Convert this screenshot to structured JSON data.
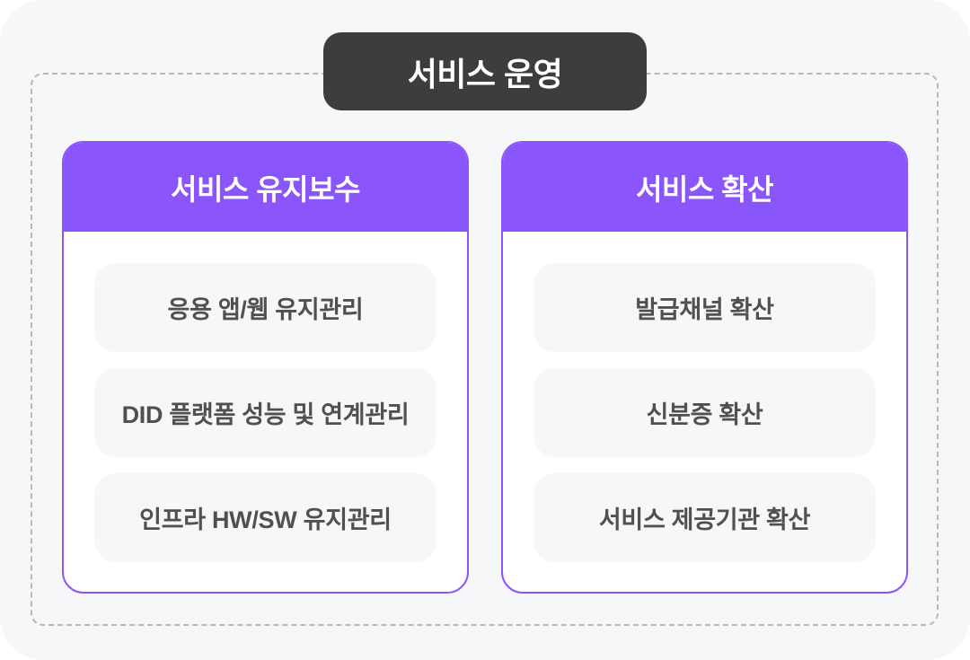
{
  "diagram": {
    "title": "서비스 운영",
    "colors": {
      "title_bg": "#3d3d3d",
      "accent": "#8a55fb",
      "background": "#f6f7f9",
      "item_bg": "#f6f7f9",
      "item_text": "#505050",
      "dashed_border": "#b8b8bc"
    },
    "groups": [
      {
        "title": "서비스 유지보수",
        "items": [
          "응용 앱/웹 유지관리",
          "DID 플랫폼 성능 및 연계관리",
          "인프라 HW/SW 유지관리"
        ]
      },
      {
        "title": "서비스 확산",
        "items": [
          "발급채널 확산",
          "신분증 확산",
          "서비스 제공기관 확산"
        ]
      }
    ]
  }
}
